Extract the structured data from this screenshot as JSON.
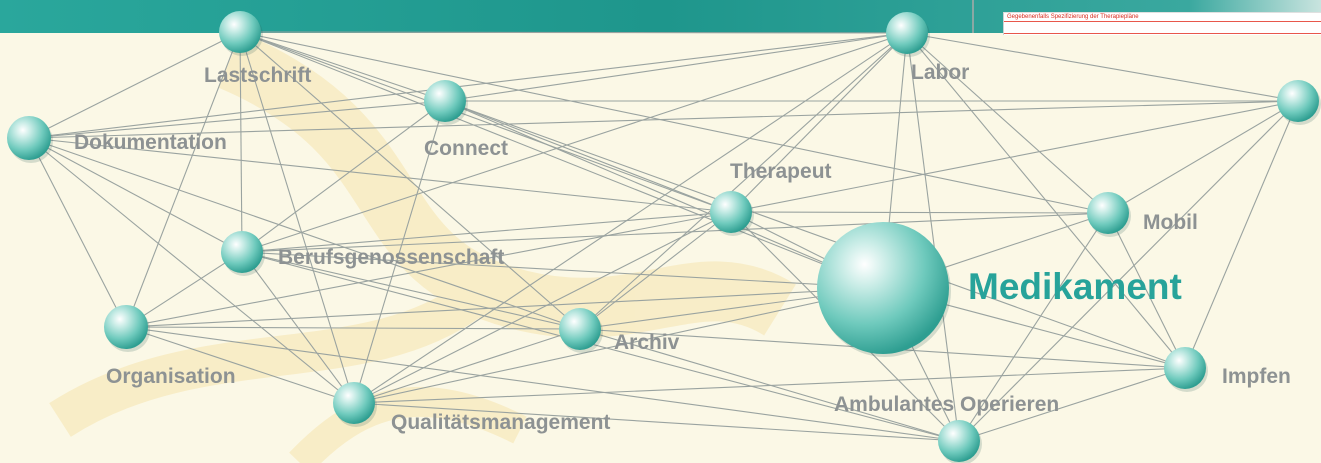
{
  "colors": {
    "background": "#fbf8e6",
    "banner": "#1e9c92",
    "node_label": "#8d9293",
    "highlight_label": "#27a39a",
    "line": "#9aa3a0",
    "note_text": "#d92b1e"
  },
  "banner_note": "Gegebenenfalls Spezifizierung der Therapiepläne",
  "nodes": [
    {
      "id": "lastschrift",
      "label": "Lastschrift"
    },
    {
      "id": "labor",
      "label": "Labor"
    },
    {
      "id": "connect",
      "label": "Connect"
    },
    {
      "id": "dokumentation",
      "label": "Dokumentation"
    },
    {
      "id": "therapeut",
      "label": "Therapeut"
    },
    {
      "id": "mobil",
      "label": "Mobil"
    },
    {
      "id": "berufsgenossenschaft",
      "label": "Berufsgenossenschaft"
    },
    {
      "id": "medikament",
      "label": "Medikament"
    },
    {
      "id": "organisation",
      "label": "Organisation"
    },
    {
      "id": "archiv",
      "label": "Archiv"
    },
    {
      "id": "impfen",
      "label": "Impfen"
    },
    {
      "id": "qualitaetsmanagement",
      "label": "Qualitätsmanagement"
    },
    {
      "id": "ambulantes_operieren",
      "label": "Ambulantes Operieren"
    },
    {
      "id": "unlabeled_right",
      "label": ""
    }
  ],
  "edges": [
    [
      "lastschrift",
      "connect"
    ],
    [
      "lastschrift",
      "dokumentation"
    ],
    [
      "lastschrift",
      "berufsgenossenschaft"
    ],
    [
      "lastschrift",
      "organisation"
    ],
    [
      "lastschrift",
      "therapeut"
    ],
    [
      "lastschrift",
      "archiv"
    ],
    [
      "lastschrift",
      "qualitaetsmanagement"
    ],
    [
      "lastschrift",
      "labor"
    ],
    [
      "lastschrift",
      "mobil"
    ],
    [
      "lastschrift",
      "medikament"
    ],
    [
      "labor",
      "connect"
    ],
    [
      "labor",
      "therapeut"
    ],
    [
      "labor",
      "berufsgenossenschaft"
    ],
    [
      "labor",
      "archiv"
    ],
    [
      "labor",
      "medikament"
    ],
    [
      "labor",
      "mobil"
    ],
    [
      "labor",
      "impfen"
    ],
    [
      "labor",
      "ambulantes_operieren"
    ],
    [
      "labor",
      "unlabeled_right"
    ],
    [
      "labor",
      "dokumentation"
    ],
    [
      "labor",
      "qualitaetsmanagement"
    ],
    [
      "connect",
      "dokumentation"
    ],
    [
      "connect",
      "therapeut"
    ],
    [
      "connect",
      "berufsgenossenschaft"
    ],
    [
      "connect",
      "qualitaetsmanagement"
    ],
    [
      "connect",
      "unlabeled_right"
    ],
    [
      "connect",
      "medikament"
    ],
    [
      "connect",
      "impfen"
    ],
    [
      "dokumentation",
      "berufsgenossenschaft"
    ],
    [
      "dokumentation",
      "organisation"
    ],
    [
      "dokumentation",
      "qualitaetsmanagement"
    ],
    [
      "dokumentation",
      "therapeut"
    ],
    [
      "dokumentation",
      "archiv"
    ],
    [
      "dokumentation",
      "unlabeled_right"
    ],
    [
      "therapeut",
      "berufsgenossenschaft"
    ],
    [
      "therapeut",
      "organisation"
    ],
    [
      "therapeut",
      "archiv"
    ],
    [
      "therapeut",
      "mobil"
    ],
    [
      "therapeut",
      "medikament"
    ],
    [
      "therapeut",
      "ambulantes_operieren"
    ],
    [
      "therapeut",
      "qualitaetsmanagement"
    ],
    [
      "therapeut",
      "unlabeled_right"
    ],
    [
      "mobil",
      "medikament"
    ],
    [
      "mobil",
      "impfen"
    ],
    [
      "mobil",
      "ambulantes_operieren"
    ],
    [
      "mobil",
      "unlabeled_right"
    ],
    [
      "mobil",
      "berufsgenossenschaft"
    ],
    [
      "berufsgenossenschaft",
      "organisation"
    ],
    [
      "berufsgenossenschaft",
      "qualitaetsmanagement"
    ],
    [
      "berufsgenossenschaft",
      "archiv"
    ],
    [
      "berufsgenossenschaft",
      "medikament"
    ],
    [
      "berufsgenossenschaft",
      "ambulantes_operieren"
    ],
    [
      "medikament",
      "archiv"
    ],
    [
      "medikament",
      "impfen"
    ],
    [
      "medikament",
      "ambulantes_operieren"
    ],
    [
      "medikament",
      "organisation"
    ],
    [
      "medikament",
      "qualitaetsmanagement"
    ],
    [
      "organisation",
      "qualitaetsmanagement"
    ],
    [
      "organisation",
      "archiv"
    ],
    [
      "organisation",
      "ambulantes_operieren"
    ],
    [
      "archiv",
      "qualitaetsmanagement"
    ],
    [
      "archiv",
      "ambulantes_operieren"
    ],
    [
      "archiv",
      "impfen"
    ],
    [
      "qualitaetsmanagement",
      "ambulantes_operieren"
    ],
    [
      "qualitaetsmanagement",
      "impfen"
    ],
    [
      "impfen",
      "ambulantes_operieren"
    ],
    [
      "impfen",
      "unlabeled_right"
    ],
    [
      "ambulantes_operieren",
      "unlabeled_right"
    ]
  ]
}
